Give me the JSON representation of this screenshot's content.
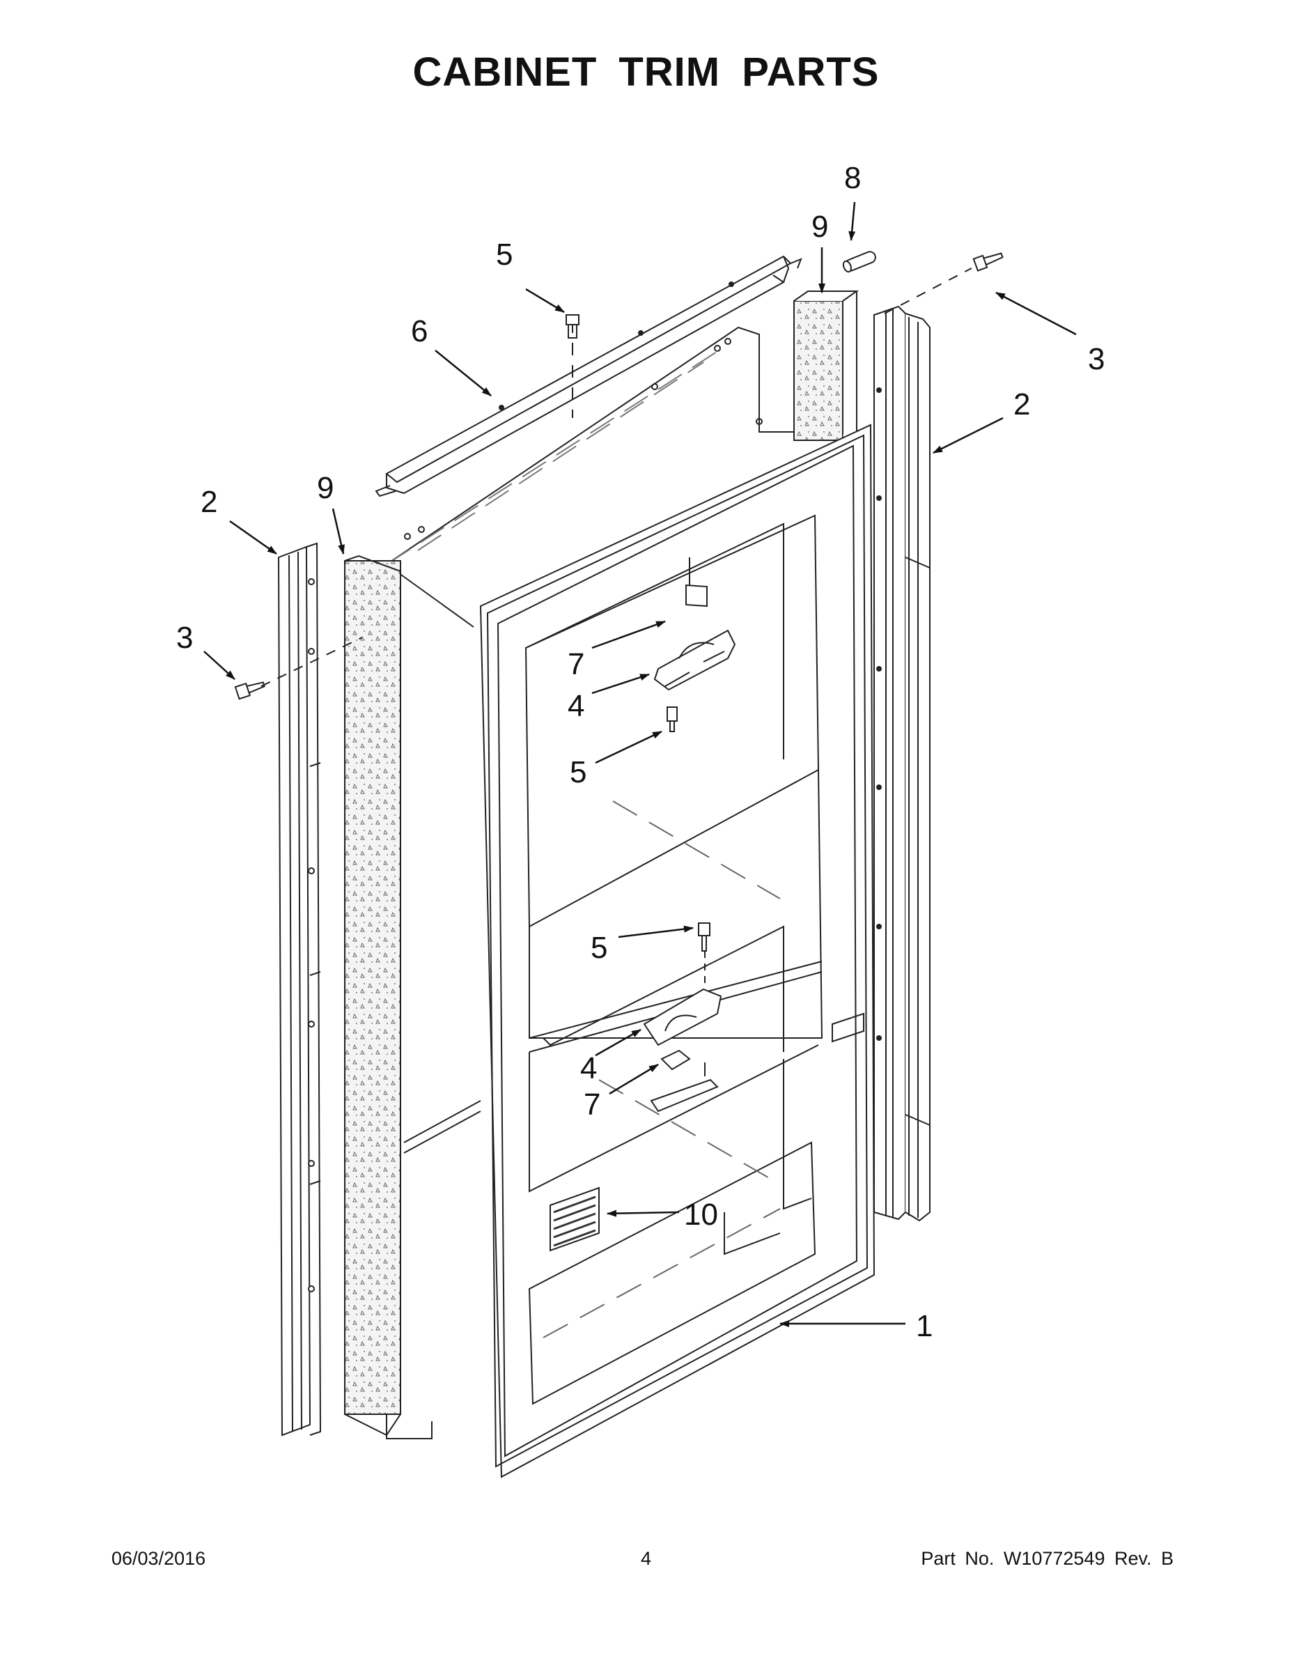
{
  "title": "CABINET TRIM PARTS",
  "callouts": [
    {
      "id": "c8",
      "label": "8"
    },
    {
      "id": "c9-top",
      "label": "9"
    },
    {
      "id": "c5-top",
      "label": "5"
    },
    {
      "id": "c3-right",
      "label": "3"
    },
    {
      "id": "c6",
      "label": "6"
    },
    {
      "id": "c2-right",
      "label": "2"
    },
    {
      "id": "c2-left",
      "label": "2"
    },
    {
      "id": "c9-left",
      "label": "9"
    },
    {
      "id": "c3-left",
      "label": "3"
    },
    {
      "id": "c7-upper",
      "label": "7"
    },
    {
      "id": "c4-upper",
      "label": "4"
    },
    {
      "id": "c5-mid",
      "label": "5"
    },
    {
      "id": "c5-lower",
      "label": "5"
    },
    {
      "id": "c4-lower",
      "label": "4"
    },
    {
      "id": "c7-lower",
      "label": "7"
    },
    {
      "id": "c10",
      "label": "10"
    },
    {
      "id": "c1",
      "label": "1"
    }
  ],
  "footer": {
    "date": "06/03/2016",
    "page": "4",
    "part": "Part No.  W10772549  Rev.  B"
  }
}
